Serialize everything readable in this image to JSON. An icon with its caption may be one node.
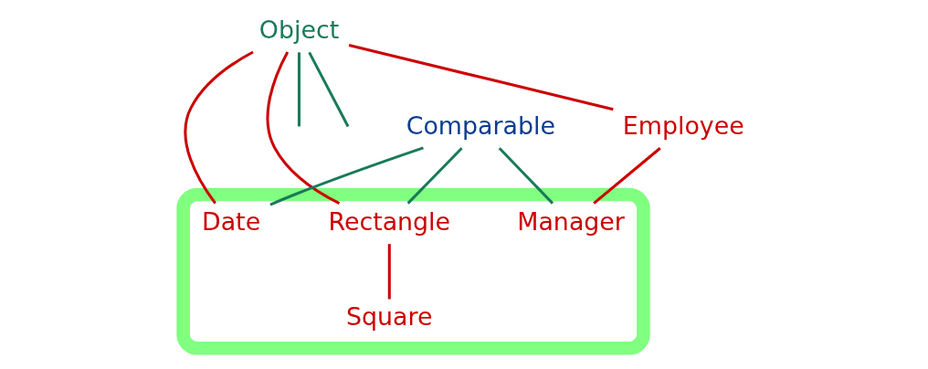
{
  "diagram": {
    "nodes": [
      {
        "text": [
          "Object"
        ]
      },
      {
        "text": [
          "Comparable"
        ]
      },
      {
        "text": [
          "Employee"
        ]
      },
      {
        "text": [],
        "shape": "loop"
      },
      {
        "text": [
          "Date"
        ],
        "in": 3
      },
      {
        "text": [
          "Rectangle"
        ],
        "in": 3
      },
      {
        "text": [
          "Manager"
        ],
        "in": 3
      },
      {
        "text": [
          "Square"
        ],
        "in": 3
      }
    ],
    "edges": [
      {
        "from": 0,
        "to": 2,
        "arrow": "none",
        "color": "#cc0000"
      },
      {
        "from": 0,
        "to": 4,
        "arrow": "none",
        "color": "#cc0000"
      },
      {
        "from": 0,
        "to": 5,
        "arrow": "none",
        "color": "#cc0000"
      },
      {
        "from": 1,
        "to": 6,
        "arrow": "none",
        "color": "#1a7a5a"
      },
      {
        "from": 1,
        "to": 4,
        "arrow": "none",
        "color": "#1a7a5a"
      },
      {
        "from": 1,
        "to": 5,
        "arrow": "none",
        "color": "#1a7a5a"
      },
      {
        "from": 2,
        "to": 6,
        "arrow": "none",
        "color": "#cc0000"
      },
      {
        "from": 5,
        "to": 7,
        "arrow": "none",
        "color": "#cc0000"
      },
      {
        "from": 0,
        "to": null,
        "arrow": "none",
        "color": "#1a7a5a"
      },
      {
        "from": 0,
        "to": null,
        "arrow": "none",
        "color": "#1a7a5a"
      }
    ]
  }
}
